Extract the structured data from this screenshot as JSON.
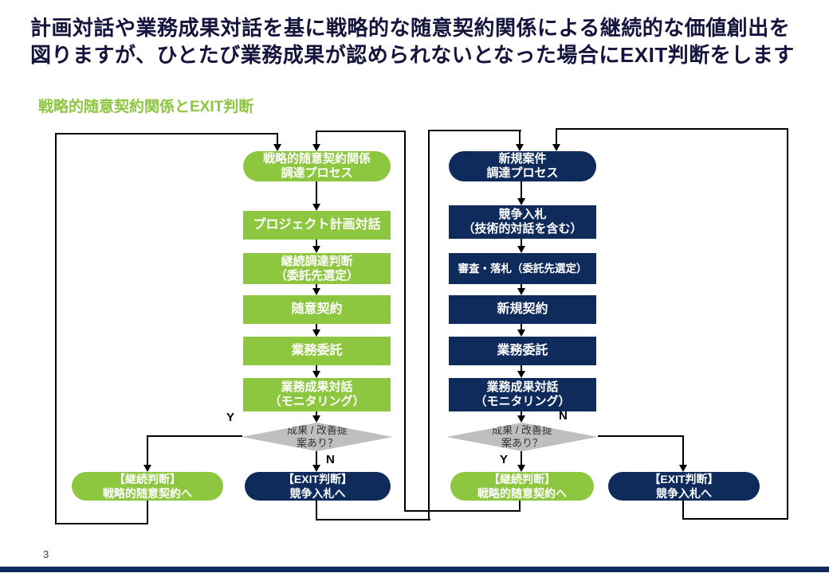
{
  "slide": {
    "title": "計画対話や業務成果対話を基に戦略的な随意契約関係による継続的な価値創出を\n図りますが、ひとたび業務成果が認められないとなった場合にEXIT判断をします",
    "subtitle": "戦略的随意契約関係とEXIT判断",
    "page_number": "3"
  },
  "colors": {
    "accent_green": "#8DC63F",
    "accent_navy": "#0E2B5C",
    "diamond_gray": "#BFBFBF",
    "line_black": "#000000",
    "title_color": "#14143C"
  },
  "flow_left": {
    "start": "戦略的随意契約関係\n調達プロセス",
    "steps": [
      "プロジェクト計画対話",
      "継続調達判断\n（委託先選定）",
      "随意契約",
      "業務委託",
      "業務成果対話\n（モニタリング）"
    ],
    "decision": "成果 / 改善提\n案あり？",
    "yes_label": "Y",
    "no_label": "N",
    "continue_label": "【継続判断】\n戦略的随意契約へ",
    "exit_label": "【EXIT判断】\n競争入札へ"
  },
  "flow_right": {
    "start": "新規案件\n調達プロセス",
    "steps": [
      "競争入札\n（技術的対話を含む）",
      "審査・落札（委託先選定）",
      "新規契約",
      "業務委託",
      "業務成果対話\n（モニタリング）"
    ],
    "decision": "成果 / 改善提\n案あり？",
    "yes_label": "Y",
    "no_label": "N",
    "continue_label": "【継続判断】\n戦略的随意契約へ",
    "exit_label": "【EXIT判断】\n競争入札へ"
  }
}
